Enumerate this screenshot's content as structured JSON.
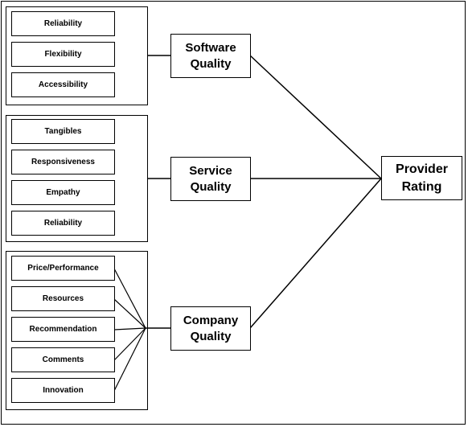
{
  "groups": {
    "software": {
      "items": [
        "Reliability",
        "Flexibility",
        "Accessibility"
      ]
    },
    "service": {
      "items": [
        "Tangibles",
        "Responsiveness",
        "Empathy",
        "Reliability"
      ]
    },
    "company": {
      "items": [
        "Price/Performance",
        "Resources",
        "Recommendation",
        "Comments",
        "Innovation"
      ]
    }
  },
  "constructs": {
    "software": "Software Quality",
    "service": "Service Quality",
    "company": "Company Quality"
  },
  "outcome": "Provider Rating"
}
